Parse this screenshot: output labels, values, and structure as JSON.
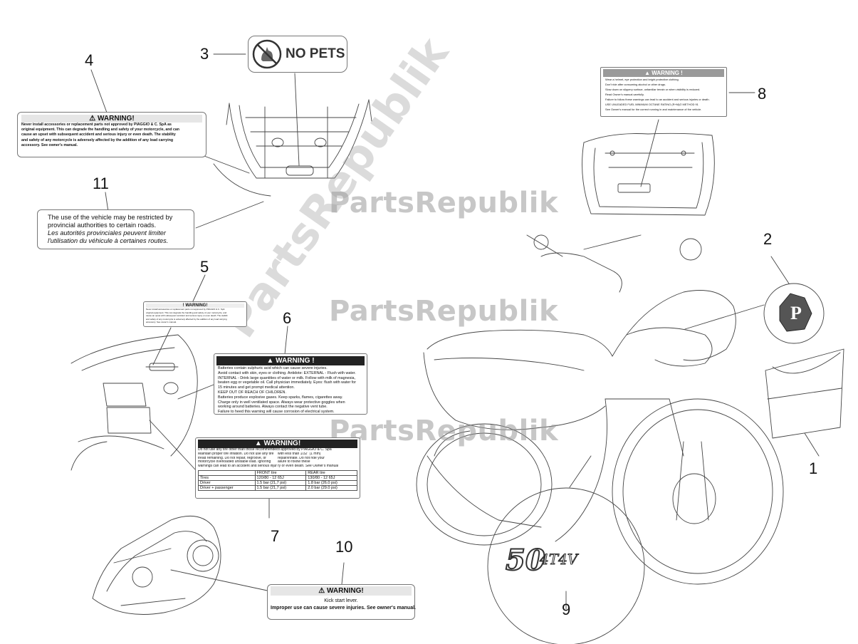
{
  "watermark": {
    "text": "PartsRepublik"
  },
  "callouts": [
    "1",
    "2",
    "3",
    "4",
    "5",
    "6",
    "7",
    "8",
    "9",
    "10",
    "11"
  ],
  "labels": {
    "no_pets": {
      "text": "NO PETS"
    },
    "warning_4": {
      "title": "⚠ WARNING!",
      "lines": [
        "Never install accessories or replacement parts not approved by PIAGGIO & C. SpA as",
        "original equipment. This can degrade the handling and safety of your motorcycle, and can",
        "cause an upset with subsequent accident and serious injury or even death. The stability",
        "and safety of any motorcycle is adversely affected by the addition of any load carrying",
        "accessory. See owner's manual."
      ]
    },
    "road_11": {
      "lines": [
        "The use of the vehicle may be restricted by",
        "provincial authorities to certain roads.",
        "Les autorités provinciales peuvent limiter",
        "l'utilisation du véhicule à certaines routes."
      ]
    },
    "warning_5": {
      "title": "! WARNING!",
      "lines": [
        "Never install accessories or replacement parts not approved by PIAGGIO & C. SpA",
        "original equipment. This can degrade the handling and safety of your motorcycle, and",
        "cause an upset with subsequent accident and serious injury or even death. The stabilit",
        "and safety of any motorcycle is adversely affected by the addition of any load carrying",
        "accessory. See owner's manual."
      ]
    },
    "warning_6": {
      "title": "▲ WARNING !",
      "lines": [
        "Batteries contain sulphuric acid which can cause severe injuries.",
        "Avoid contact with skin, eyes or clothing. Antidote: EXTERNAL - Flush with water.",
        "INTERNAL - Drink large quantities of water or milk. Follow with milk of magnesia,",
        "beaten egg or vegetable oil. Call physician immediately. Eyes: flush with water for",
        "15 minutes and get prompt medical attention.",
        "KEEP OUT OF REACH OF CHILDREN.",
        "Batteries produce explosive gases. Keep sparks, flames, cigarettes away.",
        "Charge only in well ventilated space. Always wear protective goggles when",
        "working around batteries. Always contact the negative vent tube.",
        "Failure to heed this warning will cause corrosion of electrical system."
      ]
    },
    "warning_7": {
      "title": "▲ WARNING!",
      "left_lines": [
        "Do not use any tire other than those recommended an",
        "Maintain proper tire inflation. Do not use any tire",
        "tread remaining. Do not repair, regroove, or",
        "motorcycle overloaded unstable load. Ignoring",
        "warnings can lead to an accident and serious injur"
      ],
      "right_lines": [
        "d approved by PIAGGIO & C. Spa",
        "with less than 1/32\" (1 mm)",
        "repair/inflate. Do not ride your",
        "ailure to follow these",
        "ry or even death. See Owner's manual"
      ],
      "table": {
        "headers": [
          "",
          "FRONT tire",
          "REAR tire"
        ],
        "rows": [
          [
            "Tires",
            "120/80 - 12 65J",
            "130/80 - 12 65J"
          ],
          [
            "Driver",
            "1.5 bar (21,7 psi)",
            "1.8 bar (26.0 psi)"
          ],
          [
            "Driver + passenger",
            "1.5 bar (21,7 psi)",
            "2.0 bar (29.0 psi)"
          ]
        ]
      }
    },
    "warning_8": {
      "title": "▲ WARNING !",
      "lines": [
        "Wear a helmet, eye protection and bright protective clothing.",
        "Don't ride after consuming alcohol or other drugs.",
        "Slow down on slippery surface, unfamiliar terrain or when visibility is reduced.",
        "Read Owner's manual carefully.",
        "Failure to follow these warnings can lead to an accident and serious injuries or death.",
        "USE UNLEADED FUEL MINIMUM OCTANE RATING (R+M)/2 METHOD 91",
        "See Owner's manual for the correct running in and maintenance of the vehicle."
      ]
    },
    "warning_10": {
      "title": "⚠ WARNING!",
      "lines": [
        "Kick start lever.",
        "Improper use can cause severe injuries. See owner's manual."
      ]
    },
    "decal_9": {
      "text": "50",
      "suffix": "4T4V"
    }
  }
}
